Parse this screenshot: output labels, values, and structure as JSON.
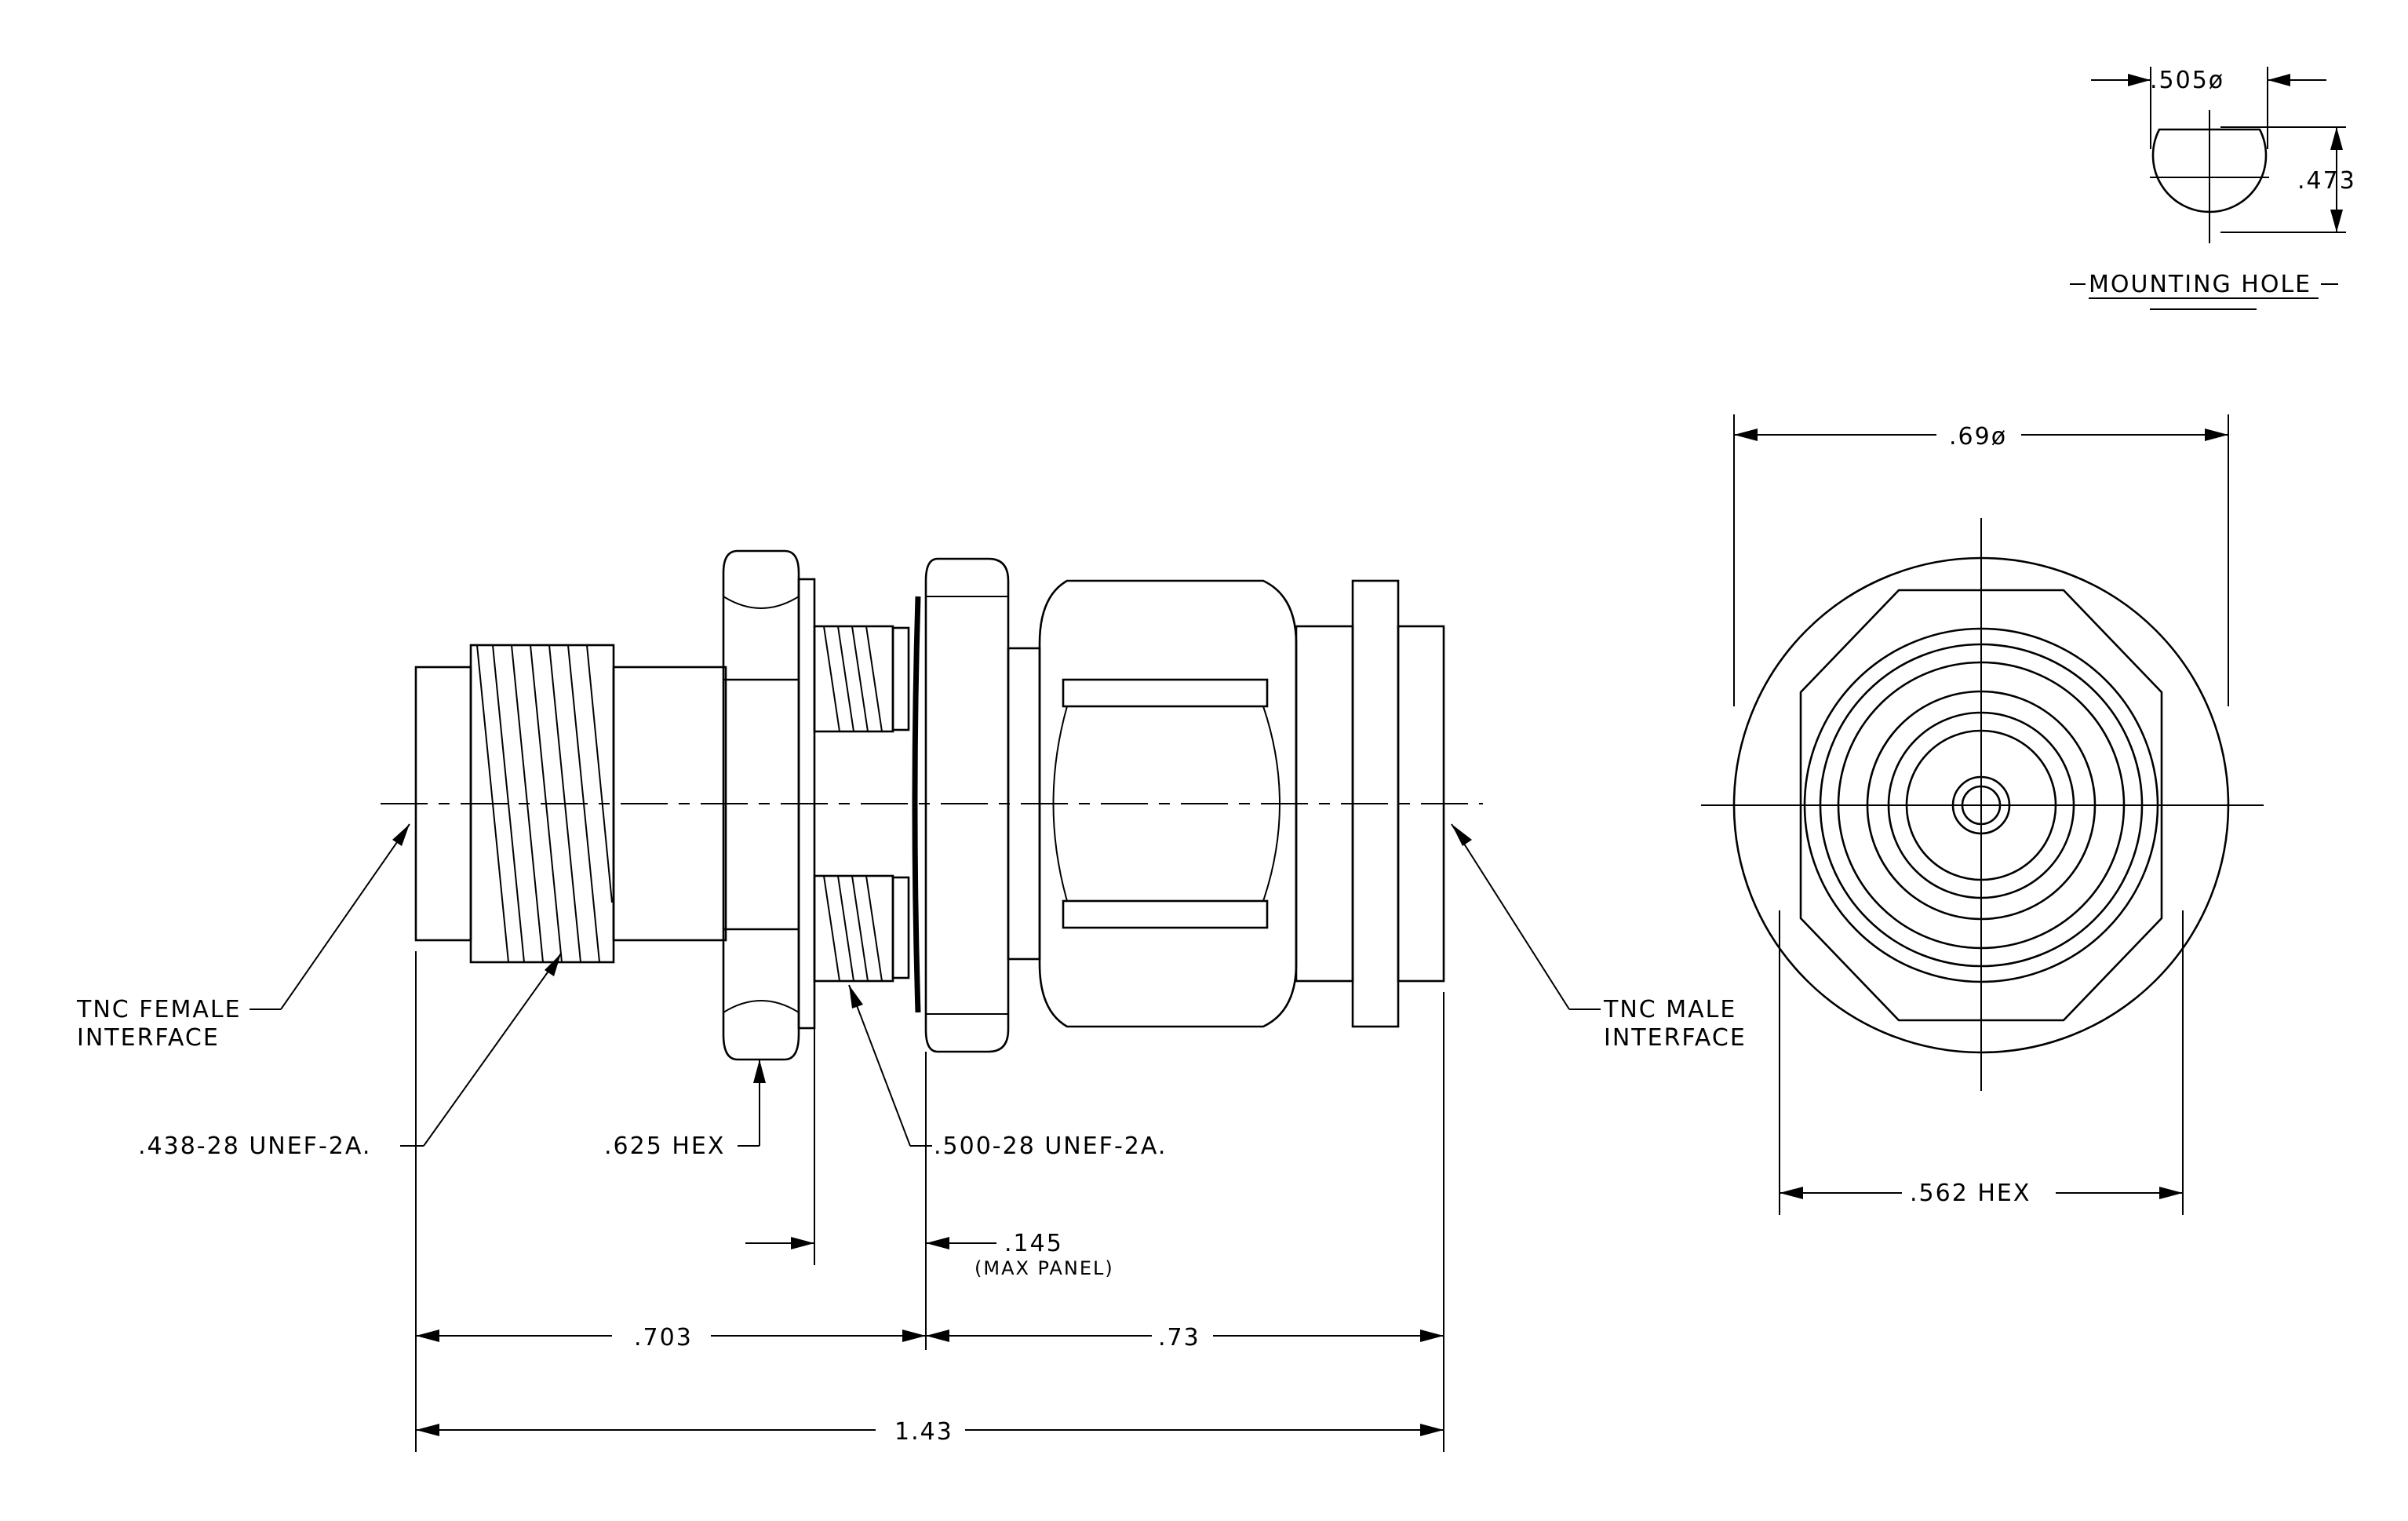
{
  "mounting_hole": {
    "title": "MOUNTING HOLE",
    "diameter": ".505ø",
    "flat": ".473"
  },
  "side_view": {
    "female_label": [
      "TNC FEMALE",
      "INTERFACE"
    ],
    "male_label": [
      "TNC MALE",
      "INTERFACE"
    ],
    "thread_female": ".438-28 UNEF-2A.",
    "hex_nut": ".625 HEX",
    "thread_male": ".500-28 UNEF-2A.",
    "panel": ".145",
    "panel_note": "(MAX PANEL)",
    "dim_left": ".703",
    "dim_right": ".73",
    "dim_total": "1.43"
  },
  "end_view": {
    "diameter": ".69ø",
    "hex": ".562 HEX"
  }
}
